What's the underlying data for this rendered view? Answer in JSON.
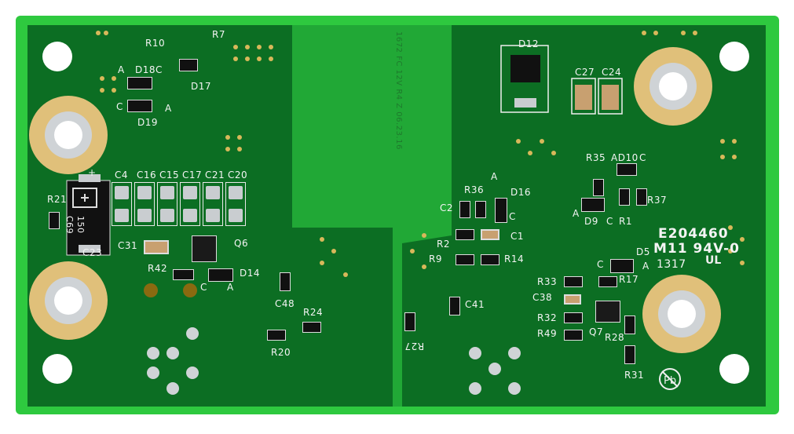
{
  "board": {
    "colors": {
      "edge": "#2ec93f",
      "copper": "#0c6e23",
      "channel": "#21a836",
      "gold": "#e0c07a",
      "silk": "#f4f4f4"
    },
    "channel_text": "1672 FC 12V R4 Z 06.23.16",
    "marking": {
      "cert": "E204460",
      "rating": "M11 94V-0",
      "date_code": "1317",
      "lead_free_logo": "Pb"
    }
  },
  "labels": {
    "r10": "R10",
    "r7": "R7",
    "d18": "D18",
    "d17": "D17",
    "d19": "D19",
    "a1": "A",
    "c1l": "C",
    "c2l": "C",
    "a2": "A",
    "c4": "C4",
    "c16": "C16",
    "c15": "C15",
    "c17": "C17",
    "c21": "C21",
    "c20": "C20",
    "r21": "R21",
    "c23": "C23",
    "c69_value": "150",
    "c69": "C69",
    "plus": "+",
    "c31": "C31",
    "q6": "Q6",
    "r42": "R42",
    "d14": "D14",
    "c3l": "C",
    "a3": "A",
    "c48": "C48",
    "r24": "R24",
    "r20": "R20",
    "d12": "D12",
    "c27": "C27",
    "c24": "C24",
    "r35": "R35",
    "ad10": "AD10",
    "c4l": "C",
    "r36": "R36",
    "a4": "A",
    "d16": "D16",
    "c2": "C2",
    "c5l": "C",
    "r2": "R2",
    "c1": "C1",
    "r9": "R9",
    "r14": "R14",
    "d9": "D9",
    "a5": "A",
    "c6l": "C",
    "r1": "R1",
    "r37": "R37",
    "d5": "D5",
    "c7l": "C",
    "a6": "A",
    "r33": "R33",
    "r17": "R17",
    "c38": "C38",
    "c41": "C41",
    "r32": "R32",
    "r49": "R49",
    "q7": "Q7",
    "r28": "R28",
    "r31": "R31",
    "r27": "R27"
  }
}
